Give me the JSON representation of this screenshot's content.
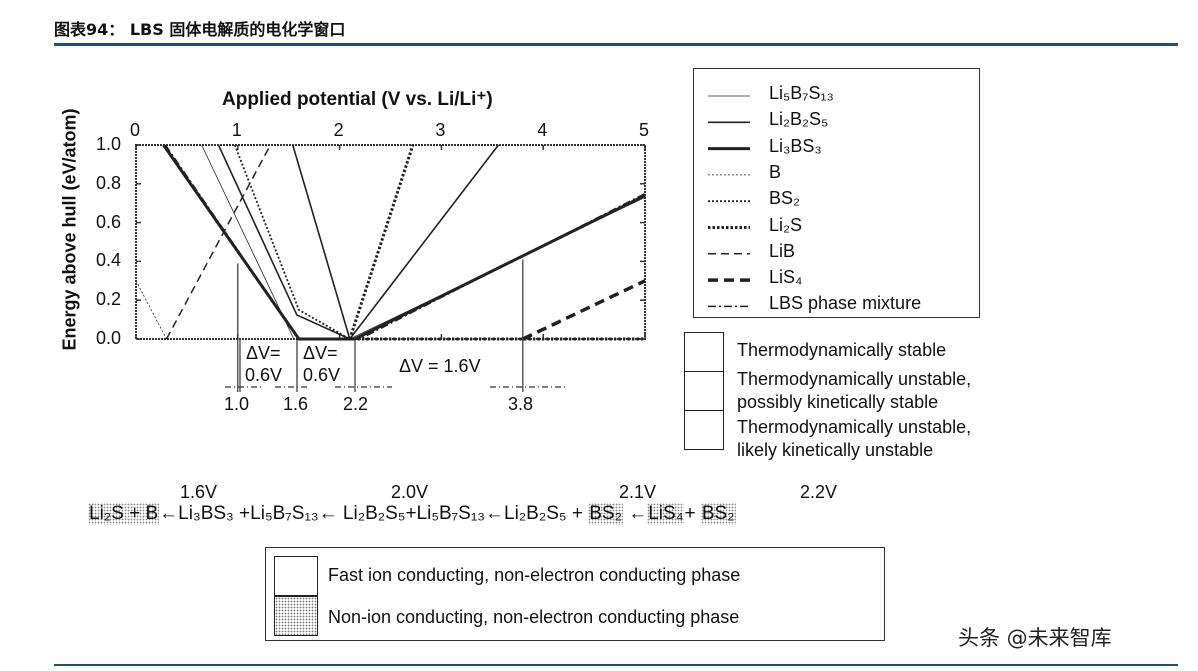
{
  "header": {
    "title": "图表94：  LBS 固体电解质的电化学窗口"
  },
  "watermark": "头条 @未来智库",
  "chart_data": {
    "type": "line",
    "title": "",
    "xlabel": "Applied potential (V vs. Li/Li⁺)",
    "ylabel": "Energy above hull (eV/atom)",
    "xlim": [
      0,
      5
    ],
    "ylim": [
      0,
      1
    ],
    "xticks": [
      "0",
      "1",
      "2",
      "3",
      "4",
      "5"
    ],
    "yticks": [
      "1.0",
      "0.8",
      "0.6",
      "0.4",
      "0.2",
      "0.0"
    ],
    "series": [
      {
        "name": "Li₅B₇S₁₃",
        "segments": [
          [
            [
              0.645,
              1
            ],
            [
              1.55,
              0
            ]
          ],
          [
            [
              2.1,
              0
            ],
            [
              5,
              0.73
            ]
          ]
        ]
      },
      {
        "name": "Li₂B₂S₅",
        "segments": [
          [
            [
              0.81,
              1
            ],
            [
              1.58,
              0.124
            ],
            [
              2.1,
              0
            ],
            [
              3.56,
              1
            ]
          ],
          [
            [
              1.54,
              1
            ],
            [
              2.1,
              0
            ]
          ]
        ]
      },
      {
        "name": "Li₃BS₃",
        "segments": [
          [
            [
              0.27,
              1
            ],
            [
              1.6,
              0
            ],
            [
              2.15,
              0
            ],
            [
              5,
              0.74
            ]
          ]
        ]
      },
      {
        "name": "B",
        "segments": [
          [
            [
              0,
              0.3
            ],
            [
              0.3,
              0
            ]
          ]
        ]
      },
      {
        "name": "BS₂",
        "segments": [
          [
            [
              0.97,
              1
            ],
            [
              1.6,
              0.15
            ],
            [
              2.1,
              0
            ]
          ]
        ]
      },
      {
        "name": "Li₂S",
        "segments": [
          [
            [
              2.1,
              0
            ],
            [
              2.72,
              1
            ]
          ],
          [
            [
              1.6,
              0
            ],
            [
              5,
              0
            ]
          ]
        ]
      },
      {
        "name": "LiB",
        "segments": [
          [
            [
              0.3,
              0
            ],
            [
              1.32,
              1
            ]
          ]
        ]
      },
      {
        "name": "LiS₄",
        "segments": [
          [
            [
              3.8,
              0
            ],
            [
              5,
              0.3
            ]
          ]
        ]
      },
      {
        "name": "LBS phase mixture",
        "segments": [
          [
            [
              0.29,
              1
            ],
            [
              1.6,
              0
            ],
            [
              2.2,
              0
            ],
            [
              5,
              0.75
            ]
          ]
        ]
      }
    ],
    "markers": {
      "v1": 1.0,
      "v1_y": 0.39,
      "v4": 3.8,
      "v4_y": 0.41
    },
    "annotations": {
      "dv1_top": "ΔV=",
      "dv1_bot": "0.6V",
      "dv2_top": "ΔV=",
      "dv2_bot": "0.6V",
      "dv3": "ΔV = 1.6V",
      "bounds": [
        "1.0",
        "1.6",
        "2.2",
        "3.8"
      ]
    }
  },
  "stability_legend": [
    "Thermodynamically stable",
    "Thermodynamically unstable,",
    "possibly kinetically stable",
    "Thermodynamically unstable,",
    "likely kinetically unstable"
  ],
  "reaction": {
    "voltages": [
      "1.6V",
      "2.0V",
      "2.1V",
      "2.2V"
    ],
    "items": [
      {
        "t": "Li₂S + B",
        "hl": true
      },
      {
        "t": "←",
        "hl": false
      },
      {
        "t": "Li₃BS₃ +Li₅B₇S₁₃",
        "hl": false
      },
      {
        "t": "← ",
        "hl": false
      },
      {
        "t": "Li₂B₂S₅+Li₅B₇S₁₃",
        "hl": false
      },
      {
        "t": "←",
        "hl": false
      },
      {
        "t": "Li₂B₂S₅ + ",
        "hl": false
      },
      {
        "t": "BS₂",
        "hl": true
      },
      {
        "t": " ←",
        "hl": false
      },
      {
        "t": "LiS₄",
        "hl": true
      },
      {
        "t": "+ ",
        "hl": false
      },
      {
        "t": "BS₂",
        "hl": true
      }
    ]
  },
  "phase_legend": [
    "Fast ion conducting, non-electron conducting phase",
    "Non-ion conducting, non-electron conducting phase"
  ]
}
